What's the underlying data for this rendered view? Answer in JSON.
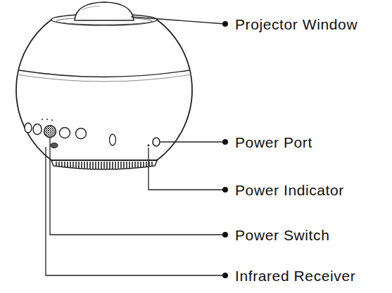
{
  "diagram": {
    "labels": [
      "Projector Window",
      "Power Port",
      "Power Indicator",
      "Power Switch",
      "Infrared Receiver"
    ]
  }
}
